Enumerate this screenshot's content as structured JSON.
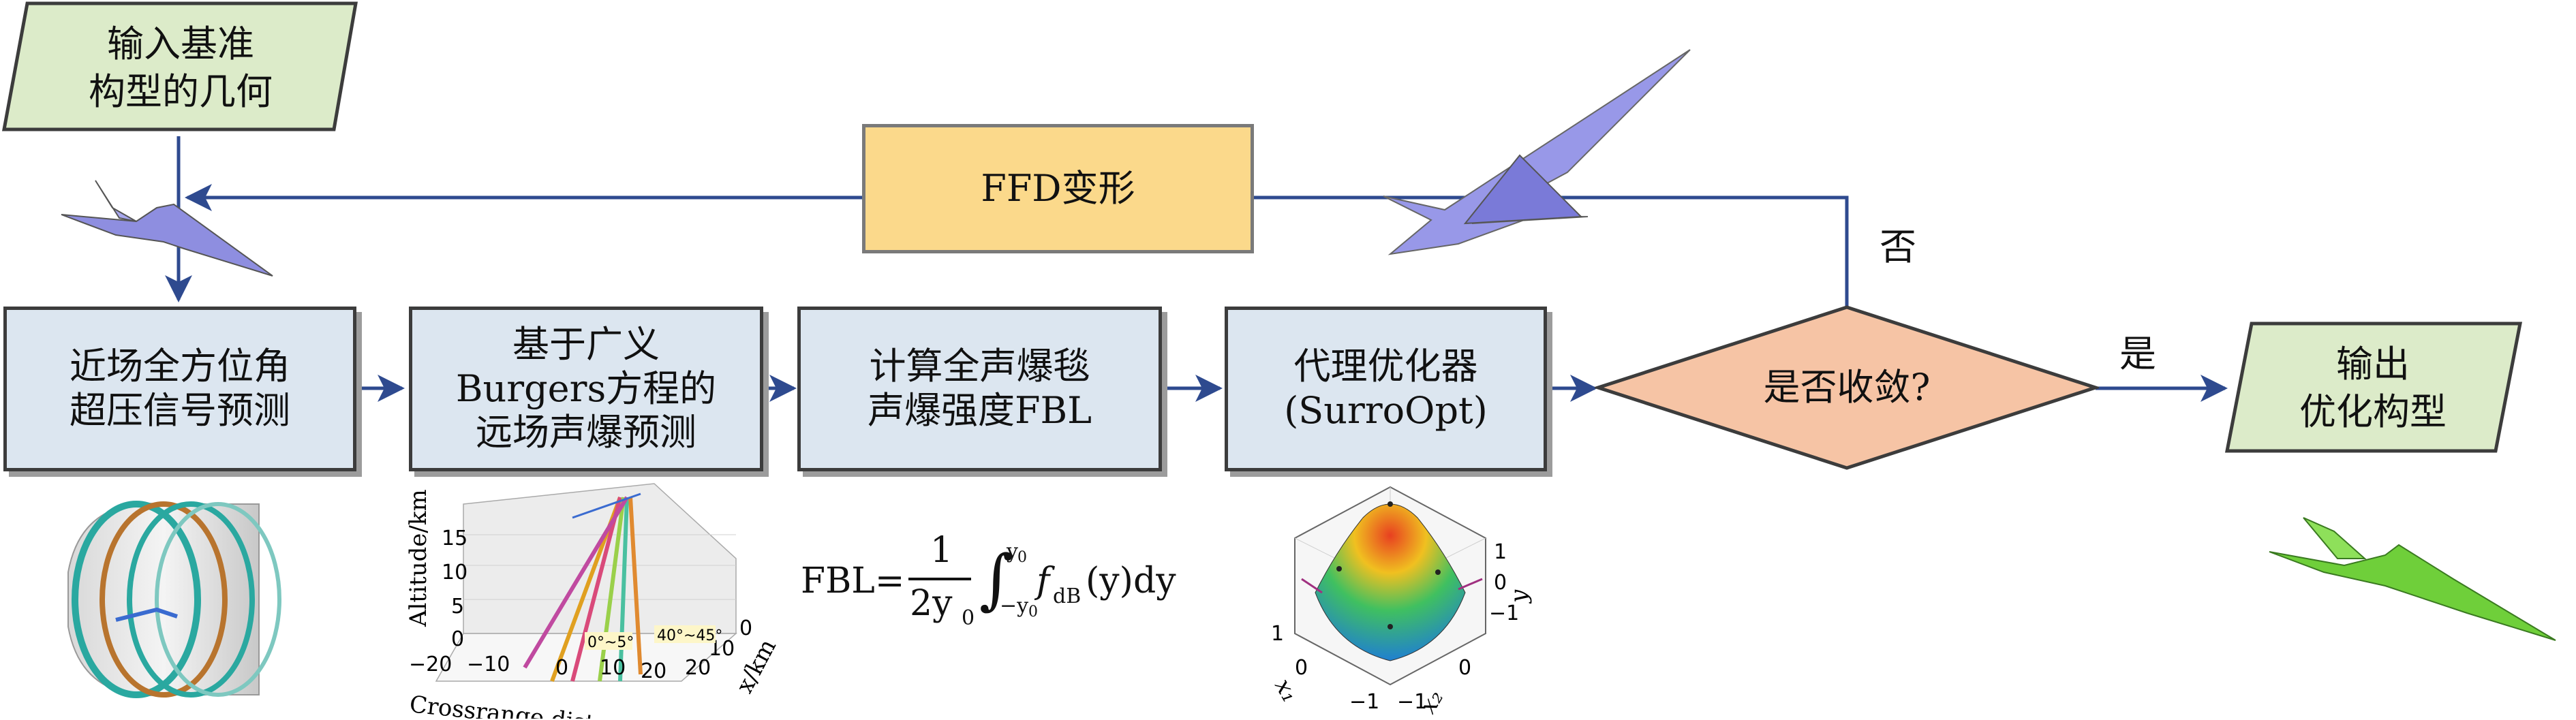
{
  "diagram": {
    "input_box": [
      "输入基准",
      "构型的几何"
    ],
    "ffd_box": "FFD变形",
    "no_label": "否",
    "yes_label": "是",
    "step1": [
      "近场全方位角",
      "超压信号预测"
    ],
    "step2": [
      "基于广义",
      "Burgers方程的",
      "远场声爆预测"
    ],
    "step3": [
      "计算全声爆毯",
      "声爆强度FBL"
    ],
    "step4": [
      "代理优化器",
      "(SurroOpt)"
    ],
    "decision": "是否收敛?",
    "output_box": [
      "输出",
      "优化构型"
    ],
    "formula": {
      "lhs": "FBL=",
      "num": "1",
      "den": "2y",
      "den_sub": "0",
      "int_upper": "y",
      "int_upper_sub": "0",
      "int_lower": "−y",
      "int_lower_sub": "0",
      "f": "f",
      "f_sub": "dB",
      "rest": "(y)dy"
    }
  },
  "chart_data": [
    {
      "type": "3d-line",
      "ylabel": "Altitude/km",
      "xlabel": "Crossrange distance/km",
      "zlabel": "x/km",
      "z_ticks": [
        "15",
        "10",
        "5",
        "0"
      ],
      "x_ticks": [
        "−20",
        "−10",
        "0",
        "10",
        "20"
      ],
      "depth_ticks": [
        "0",
        "10",
        "20"
      ],
      "annotations": [
        "0°~5°",
        "40°~45°"
      ]
    },
    {
      "type": "3d-surface",
      "xlabel": "x₁",
      "ylabel": "x₂",
      "zlabel": "y",
      "z_ticks": [
        "1",
        "0",
        "−1"
      ],
      "x1_ticks": [
        "1",
        "0",
        "−1"
      ],
      "x2_ticks": [
        "−1",
        "0"
      ]
    }
  ],
  "colors": {
    "box_fill": "#dce6f0",
    "ffd_fill": "#fbd98b",
    "decision_fill": "#f6c4a5",
    "io_fill": "#dcebc9",
    "arrow": "#2e4a8f"
  },
  "icons": [
    "aircraft-icon",
    "cylinder-signal-icon",
    "optimized-aircraft-icon"
  ]
}
